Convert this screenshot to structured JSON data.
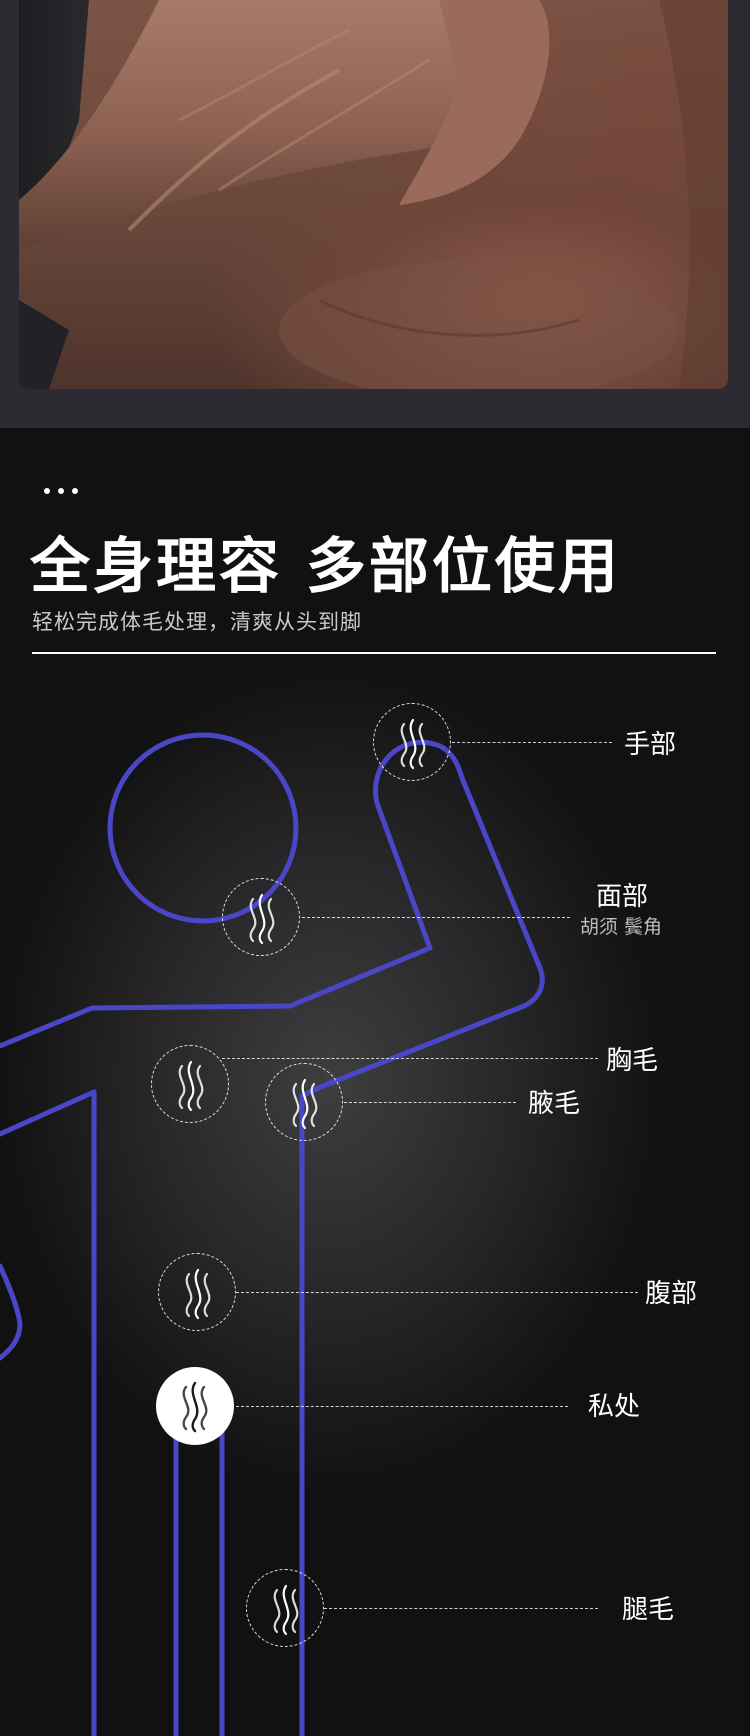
{
  "header": {
    "title": "全身理容 多部位使用",
    "subtitle": "轻松完成体毛处理，清爽从头到脚"
  },
  "body_zones": [
    {
      "label": "手部",
      "sub": "",
      "icon": "hair-strands-icon"
    },
    {
      "label": "面部",
      "sub": "胡须 鬓角",
      "icon": "hair-strands-icon"
    },
    {
      "label": "胸毛",
      "sub": "",
      "icon": "hair-strands-icon"
    },
    {
      "label": "腋毛",
      "sub": "",
      "icon": "hair-strands-icon"
    },
    {
      "label": "腹部",
      "sub": "",
      "icon": "hair-strands-icon"
    },
    {
      "label": "私处",
      "sub": "",
      "icon": "hair-strands-icon",
      "highlighted": true
    },
    {
      "label": "腿毛",
      "sub": "",
      "icon": "hair-strands-icon"
    }
  ],
  "colors": {
    "figure_outline": "#4a46c8",
    "background": "#111112",
    "text": "#ffffff"
  }
}
